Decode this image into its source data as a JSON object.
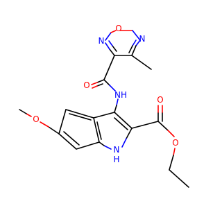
{
  "molecule": {
    "atoms": {
      "ring_o": "O",
      "ring_n_right": "N",
      "ring_n_left": "N",
      "amide_o": "O",
      "amide_nh": "NH",
      "methoxy_o": "O",
      "indole_nh_n": "N",
      "indole_nh_h": "H",
      "ester_carbonyl_o": "O",
      "ester_ether_o": "O"
    }
  },
  "colors": {
    "bond": "#000000",
    "oxygen": "#ff0000",
    "nitrogen": "#0000ff",
    "background": "#ffffff"
  }
}
